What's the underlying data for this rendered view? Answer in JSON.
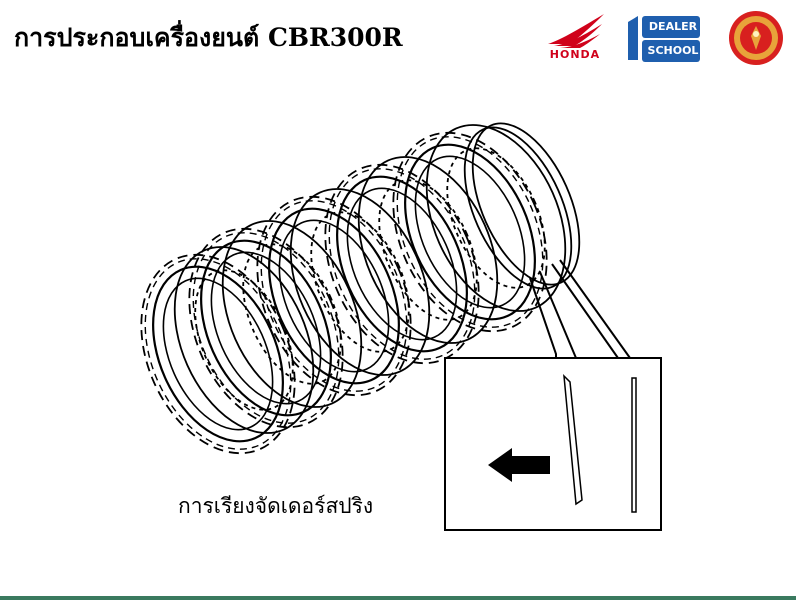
{
  "title": "การประกอบเครื่องยนต์ CBR300R",
  "logos": {
    "honda": {
      "name": "honda-logo",
      "text": "HONDA"
    },
    "dealer_school": {
      "name": "dealer-school-logo",
      "line1": "DEALER",
      "line2": "SCHOOL"
    },
    "seal": {
      "name": "thai-institution-seal"
    }
  },
  "diagram": {
    "caption": "การเรียงจัดเดอร์สปริง"
  },
  "colors": {
    "honda_red": "#d0021b",
    "dealer_blue": "#1f5fae",
    "seal_red": "#d8201f",
    "seal_gold": "#e8a33a",
    "line": "#000000"
  }
}
